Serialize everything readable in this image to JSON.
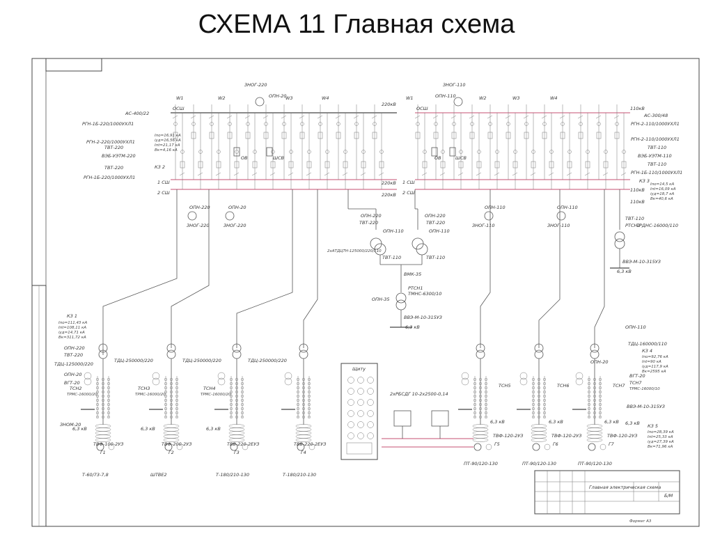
{
  "title": "СХЕМА 11 Главная схема",
  "bus220": {
    "osv": "ОСШ",
    "kv": "220кВ",
    "sh1": "1 СШ",
    "sh2": "2 СШ",
    "kv1": "220кВ",
    "kv2": "220кВ",
    "lines": [
      "W1",
      "W2",
      "W3",
      "W4"
    ],
    "left_labels": [
      "АС-400/22",
      "РГН-1Б-220/1000УХЛ1",
      "РГН-2-220/1000УХЛ1",
      "ТВТ-220",
      "ВЭБ-УЭТМ-220",
      "ТВТ-220",
      "РГН-1Б-220/1000УХЛ1",
      "КЗ 2"
    ],
    "kz2": [
      "Iпо=16,91 кА",
      "iуд=16,56 кА",
      "Iпt=21,17 кА",
      "Bк=4,16 кА"
    ],
    "ov": "ОВ",
    "shsv": "ШСВ",
    "opn_top": "ОПН-20",
    "znog_top": "ЗНОГ-220",
    "opn_bot1": "ОПН-220",
    "opn_bot2": "ОПН-20",
    "znog_bot1": "ЗНОГ-220",
    "znog_bot2": "ЗНОГ-220"
  },
  "bus110": {
    "osv": "ОСШ",
    "kv": "110кВ",
    "sh1": "1 СШ",
    "sh2": "2 СШ",
    "kv1": "110кВ",
    "kv2": "110кВ",
    "lines": [
      "W1",
      "W2",
      "W3",
      "W4"
    ],
    "right_labels": [
      "АС-300/48",
      "РГН-2-110/1000УХЛ1",
      "РГН-2-110/1000УХЛ1",
      "ТВТ-110",
      "ВЭБ-УЭТМ-110",
      "ТВТ-110",
      "РГН-1Б-110/1000УХЛ1",
      "КЗ 3"
    ],
    "kz3": [
      "Iпо=14,5 кА",
      "Iпt=16,09 кА",
      "iуд=18,7 кА",
      "Bк=40,6 кА"
    ],
    "ov": "ОВ",
    "shsv": "ШСВ",
    "opn_top": "ОПН-110",
    "znog_top": "ЗНОГ-110",
    "opn_bot1": "ОПН-110",
    "opn_bot2": "ОПН-110",
    "znog_bot1": "ЗНОГ-110",
    "znog_bot2": "ЗНОГ-110"
  },
  "autotransformers": {
    "opn220": "ОПН-220",
    "tvt220": "ТВТ-220",
    "opn110": "ОПН-110",
    "tvt110": "ТВТ-110",
    "at": "2хАТДЦТН-125000/220/110",
    "tvt110a": "ТВТ-110",
    "tvt110b": "ТВТ-110",
    "vmk": "ВМК-35",
    "rtsn1": "РТСН1",
    "tmns": "ТМНС-6300/10",
    "opn35": "ОПН-35",
    "vvz": "ВВЭ-М-10-315УЗ",
    "kv6": "6,3 кВ"
  },
  "rtsn2": {
    "tvt": "ТВТ-110",
    "rtsn": "РТСН2",
    "trdns": "ТРДНС-16000/110",
    "vvz": "ВВЭ-М-10-315УЗ",
    "kv": "6,3 кВ"
  },
  "kz1": {
    "title": "КЗ 1",
    "values": [
      "Iпо=111,43 кА",
      "Iпt=108,11 кА",
      "iуд=14,71 кА",
      "Bк=311,72 кА"
    ],
    "opn220": "ОПН-220",
    "tvt220": "ТВТ-220",
    "tdc": "ТДЦ-125000/220",
    "opn20": "ОПН-20",
    "vgt": "ВГТ-20",
    "znom": "ЗНОМ-20"
  },
  "generators_left": [
    {
      "tdc": "ТДЦ-250000/220",
      "tsn": "ТСН2",
      "tsn_type": "ТРМС-16000/20",
      "tvf": "ТВФ-100-2УЗ",
      "g": "Г1",
      "turb": "Т-60/73-7,8",
      "kv": "6,3 кВ"
    },
    {
      "tdc": "ТДЦ-250000/220",
      "tsn": "ТСН3",
      "tsn_type": "ТРМС-16000/20",
      "tvf": "ТВФ-200-2УЗ",
      "g": "Г2",
      "turb": "ШТВЕ2",
      "kv": "6,3 кВ"
    },
    {
      "tdc": "ТДЦ-250000/220",
      "tsn": "ТСН4",
      "tsn_type": "ТРМС-16000/20",
      "tvf": "ТВВ-220-2ЕУЗ",
      "g": "Г3",
      "turb": "Т-180/210-130",
      "kv": "6,3 кВ"
    },
    {
      "tdc": "",
      "tsn": "",
      "tsn_type": "",
      "tvf": "ТВВ-220-2ЕУЗ",
      "g": "Г4",
      "turb": "Т-180/210-130",
      "kv": ""
    }
  ],
  "generators_right": [
    {
      "tsn": "ТСН5",
      "tvf": "ТВФ-120-2УЗ",
      "g": "Г5",
      "turb": "ПТ-90/120-130",
      "kv": "6,3 кВ"
    },
    {
      "tsn": "ТСН6",
      "tvf": "ТВФ-120-2УЗ",
      "g": "Г6",
      "turb": "ПТ-90/120-130",
      "kv": "6,3 кВ"
    },
    {
      "tsn": "ТСН7",
      "tvf": "ТВФ-120-2УЗ",
      "g": "Г7",
      "turb": "ПТ-90/120-130",
      "kv": "6,3 кВ"
    }
  ],
  "kz4": {
    "opn110": "ОПН-110",
    "tdc": "ТДЦ-160000/110",
    "title": "КЗ 4",
    "values": [
      "Iпо=92,76 кА",
      "Iпt=90 кА",
      "iуд=117,9 кА",
      "Bк=2595 кА"
    ],
    "opn20": "ОПН-20",
    "vgt": "ВГТ-20",
    "tsn": "ТСН7",
    "tsn_type": "ТРМС-16000/10"
  },
  "kz5": {
    "title": "КЗ 5",
    "values": [
      "Iпо=28,39 кА",
      "Iпt=25,33 кА",
      "iуд=27,39 кА",
      "Bк=71,96 кА"
    ],
    "vvz": "ВВЭ-М-10-315УЗ",
    "kv": "6,3 кВ"
  },
  "gru": {
    "label": "2хРБСДГ 10-2х2500-0,14"
  },
  "legend": {
    "title": "Щиту"
  },
  "stamp": {
    "title": "Главная электрическая схема",
    "sheet": "Б/М",
    "format": "Формат А3"
  }
}
